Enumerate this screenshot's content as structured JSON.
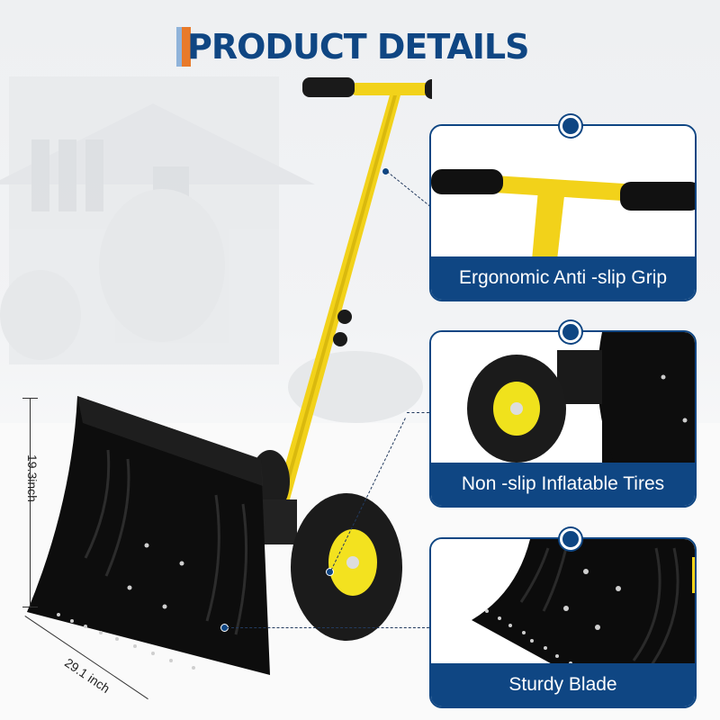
{
  "title": "PRODUCT DETAILS",
  "colors": {
    "brand_blue": "#0f4683",
    "accent_orange": "#e87a2a",
    "accent_light_blue": "#8fb3da",
    "handle_yellow": "#f2d21a",
    "blade_black": "#111111"
  },
  "product": {
    "name": "Wheeled snow shovel",
    "dimensions": {
      "height_label": "19.3inch",
      "width_label": "29.1 inch"
    }
  },
  "features": [
    {
      "label": "Ergonomic Anti -slip Grip",
      "icon": "t-handle-grip"
    },
    {
      "label": "Non -slip Inflatable Tires",
      "icon": "wheel"
    },
    {
      "label": "Sturdy Blade",
      "icon": "blade"
    }
  ]
}
